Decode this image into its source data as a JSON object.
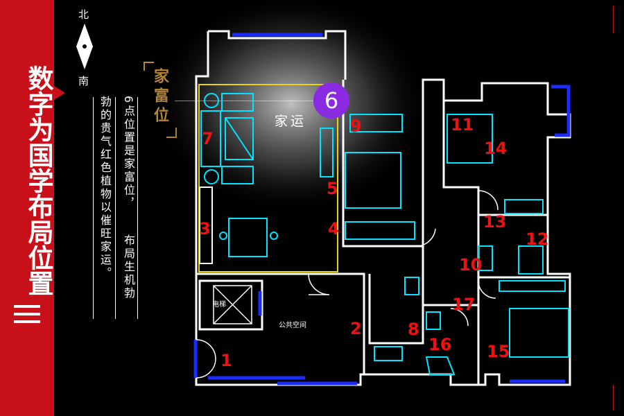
{
  "sidebar": {
    "title": "数字为国学布局位置"
  },
  "compass": {
    "north": "北",
    "south": "南"
  },
  "fortune_title": "家富位",
  "description": {
    "col1": "6点位置是家富位，",
    "col2": "布局生机勃",
    "col3": "勃的贵气红色植物以催旺家运。"
  },
  "plan": {
    "room_label": "家运",
    "public_space": "公共空间",
    "elevator": "电梯",
    "highlight_number": "6",
    "numbers": [
      "1",
      "2",
      "3",
      "4",
      "5",
      "7",
      "8",
      "9",
      "10",
      "11",
      "12",
      "13",
      "14",
      "15",
      "16",
      "17"
    ]
  },
  "colors": {
    "sidebar": "#c8101a",
    "wall": "#ffffff",
    "furniture": "#00e5ff",
    "window": "#1a2cff",
    "highlight_zone": "#e8d21a",
    "marker": "#8a2be2",
    "number": "#ee1111",
    "gold": "#b98a38"
  }
}
